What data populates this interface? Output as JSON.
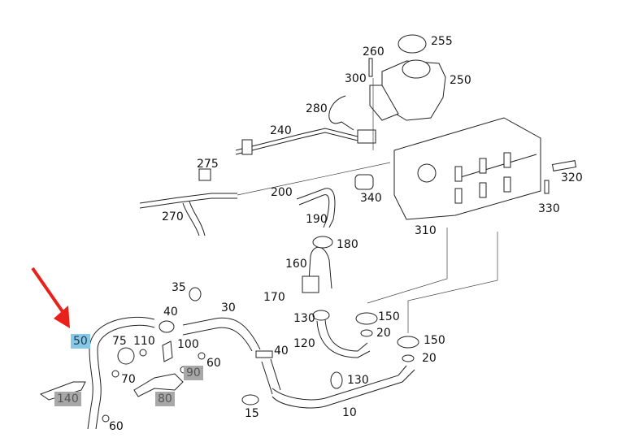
{
  "diagram": {
    "title": "Coolant hoses / expansion tank / intercooler exploded parts diagram",
    "highlighted_part": "50",
    "arrow_color": "#e8221b",
    "highlight_color": "#87c8e6",
    "secondary_highlight_color": "#a8a8a8",
    "labels": [
      {
        "id": "255",
        "text": "255"
      },
      {
        "id": "260",
        "text": "260"
      },
      {
        "id": "250",
        "text": "250"
      },
      {
        "id": "300",
        "text": "300"
      },
      {
        "id": "280",
        "text": "280"
      },
      {
        "id": "240",
        "text": "240"
      },
      {
        "id": "275",
        "text": "275"
      },
      {
        "id": "270",
        "text": "270"
      },
      {
        "id": "200",
        "text": "200"
      },
      {
        "id": "190",
        "text": "190"
      },
      {
        "id": "340",
        "text": "340"
      },
      {
        "id": "320",
        "text": "320"
      },
      {
        "id": "330",
        "text": "330"
      },
      {
        "id": "310",
        "text": "310"
      },
      {
        "id": "180",
        "text": "180"
      },
      {
        "id": "160",
        "text": "160"
      },
      {
        "id": "170",
        "text": "170"
      },
      {
        "id": "35",
        "text": "35"
      },
      {
        "id": "40a",
        "text": "40"
      },
      {
        "id": "30",
        "text": "30"
      },
      {
        "id": "50",
        "text": "50"
      },
      {
        "id": "75",
        "text": "75"
      },
      {
        "id": "110",
        "text": "110"
      },
      {
        "id": "100",
        "text": "100"
      },
      {
        "id": "60a",
        "text": "60"
      },
      {
        "id": "90",
        "text": "90"
      },
      {
        "id": "70",
        "text": "70"
      },
      {
        "id": "80",
        "text": "80"
      },
      {
        "id": "140",
        "text": "140"
      },
      {
        "id": "60b",
        "text": "60"
      },
      {
        "id": "40b",
        "text": "40"
      },
      {
        "id": "130a",
        "text": "130"
      },
      {
        "id": "120",
        "text": "120"
      },
      {
        "id": "150a",
        "text": "150"
      },
      {
        "id": "20a",
        "text": "20"
      },
      {
        "id": "150b",
        "text": "150"
      },
      {
        "id": "20b",
        "text": "20"
      },
      {
        "id": "130b",
        "text": "130"
      },
      {
        "id": "15",
        "text": "15"
      },
      {
        "id": "10",
        "text": "10"
      }
    ]
  }
}
